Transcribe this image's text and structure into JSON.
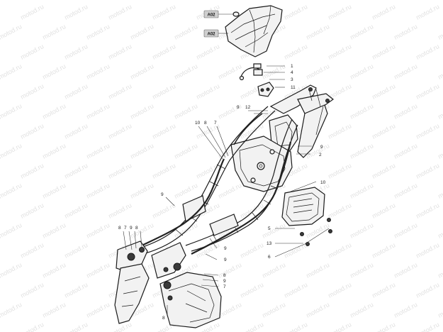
{
  "watermark": "motod.ru",
  "tags": {
    "top": "A02",
    "bottom": "A02"
  },
  "callouts": [
    "1",
    "4",
    "3",
    "11",
    "9",
    "12",
    "10",
    "8",
    "7",
    "9",
    "2",
    "10",
    "9",
    "5",
    "13",
    "6",
    "8",
    "7",
    "9",
    "8",
    "9",
    "9",
    "8",
    "9",
    "7",
    "8"
  ]
}
